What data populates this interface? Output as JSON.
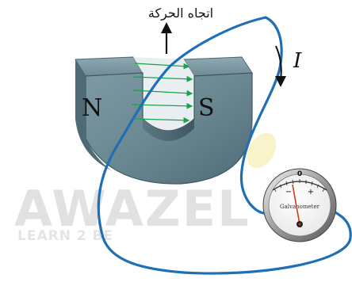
{
  "diagram": {
    "motion_label": "اتجاه الحركة",
    "current_label": "I",
    "north_pole_label": "N",
    "south_pole_label": "S"
  },
  "galvanometer": {
    "zero_label": "0",
    "minus_label": "−",
    "plus_label": "+",
    "name_label": "Galvanometer"
  },
  "watermark": {
    "brand": "AWAZEL",
    "tagline": "LEARN 2 BE"
  },
  "colors": {
    "magnet": "#6e8c96",
    "magnet_dark": "#4a6470",
    "wire": "#1f6fb5",
    "field_lines": "#17a34a",
    "needle": "#d23a1e"
  }
}
